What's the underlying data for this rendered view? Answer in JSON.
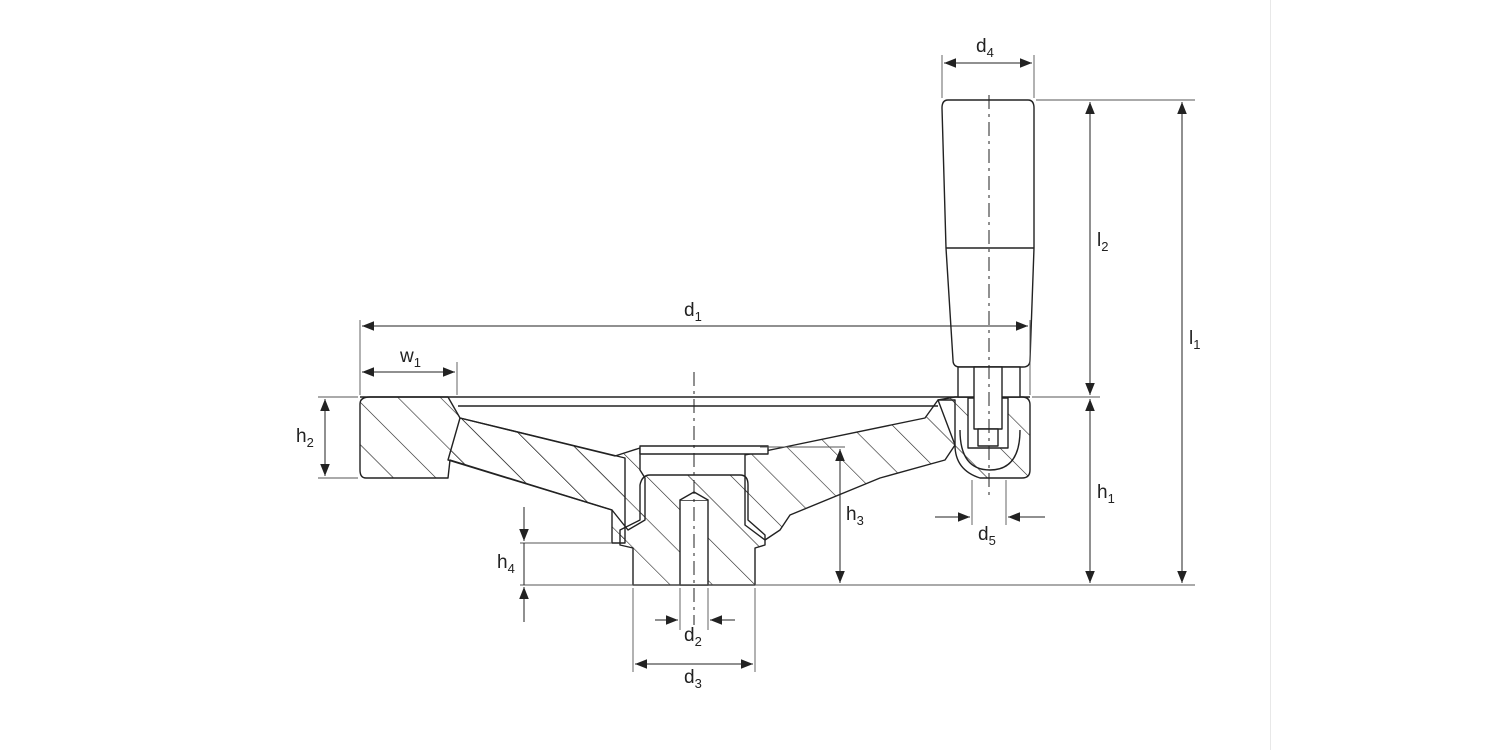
{
  "colors": {
    "line": "#222222",
    "background": "#ffffff"
  },
  "labels": {
    "d1": {
      "base": "d",
      "sub": "1"
    },
    "d2": {
      "base": "d",
      "sub": "2"
    },
    "d3": {
      "base": "d",
      "sub": "3"
    },
    "d4": {
      "base": "d",
      "sub": "4"
    },
    "d5": {
      "base": "d",
      "sub": "5"
    },
    "w1": {
      "base": "w",
      "sub": "1"
    },
    "h1": {
      "base": "h",
      "sub": "1"
    },
    "h2": {
      "base": "h",
      "sub": "2"
    },
    "h3": {
      "base": "h",
      "sub": "3"
    },
    "h4": {
      "base": "h",
      "sub": "4"
    },
    "l1": {
      "base": "l",
      "sub": "1"
    },
    "l2": {
      "base": "l",
      "sub": "2"
    }
  }
}
